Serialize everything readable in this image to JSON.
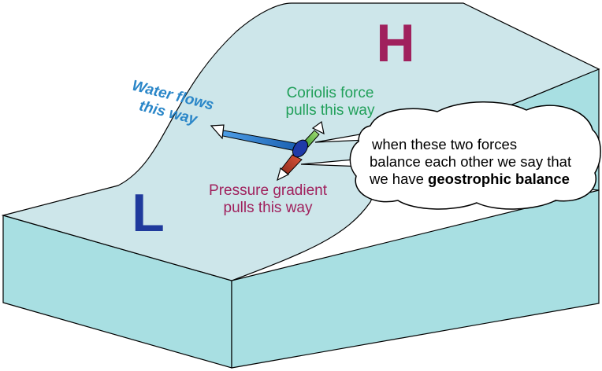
{
  "labels": {
    "high": "H",
    "low": "L",
    "water_line1": "Water flows",
    "water_line2": "this way",
    "coriolis_line1": "Coriolis force",
    "coriolis_line2": "pulls this way",
    "pressure_line1": "Pressure gradient",
    "pressure_line2": "pulls this way"
  },
  "callout": {
    "line1": "when these two forces",
    "line2": "balance each other we say that",
    "line3_prefix": "we have ",
    "line3_bold": "geostrophic balance"
  },
  "colors": {
    "water_surface": "#cde6ea",
    "block_side": "#a8dfe2",
    "high_color": "#a0215d",
    "low_color": "#1f3a9c",
    "water_label": "#2a86c8",
    "coriolis_label": "#21a05a",
    "pressure_label": "#a0215d",
    "water_arrow": "#2a7fd0",
    "coriolis_arrow": "#6fc24a",
    "pressure_arrow": "#d04a2a",
    "parcel": "#1f3aa8"
  }
}
